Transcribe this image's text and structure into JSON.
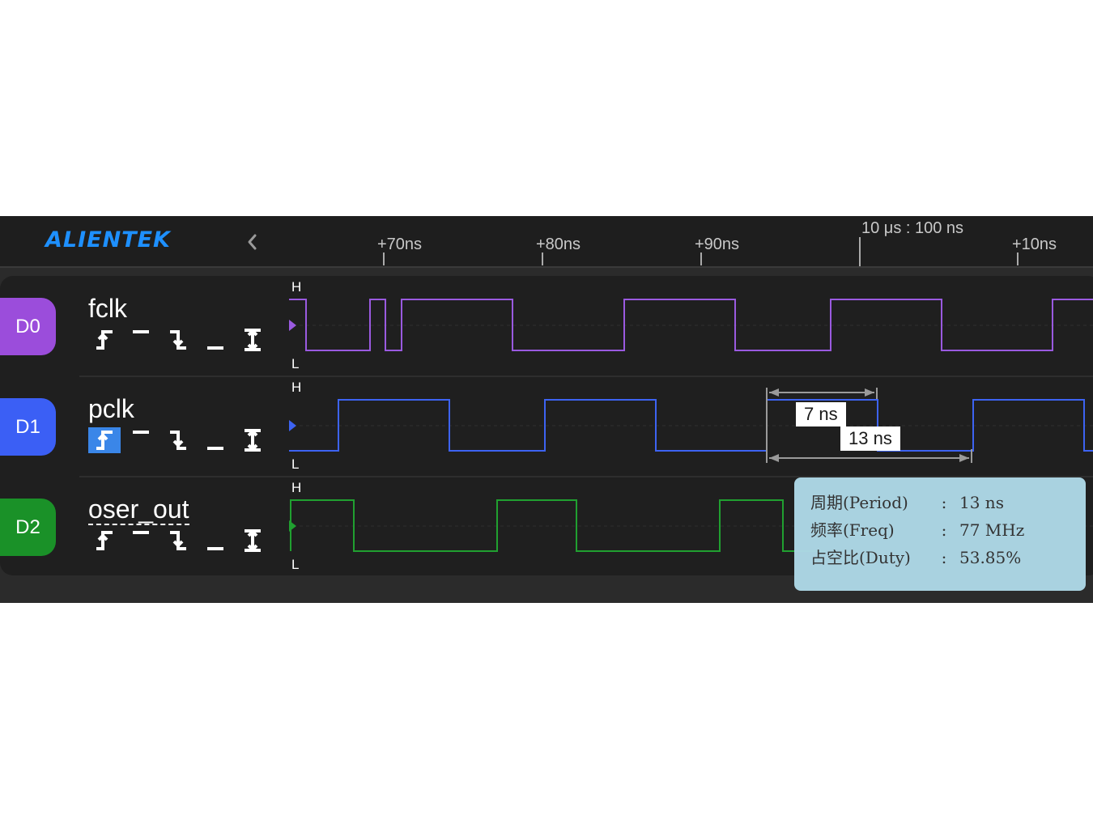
{
  "app": {
    "logo_text": "ALIENTEK",
    "brand_color": "#1e90ff"
  },
  "timebar": {
    "scale_label": "10 μs : 100 ns",
    "ticks": [
      "+70ns",
      "+80ns",
      "+90ns",
      "+10ns"
    ]
  },
  "level_labels": {
    "high": "H",
    "low": "L"
  },
  "channels": [
    {
      "id": "D0",
      "name": "fclk",
      "color": "#9b4ddb",
      "wave_color": "#9a5ae0",
      "trigger_selected": ""
    },
    {
      "id": "D1",
      "name": "pclk",
      "color": "#3b5ff5",
      "wave_color": "#3d63f2",
      "trigger_selected": "rising-edge"
    },
    {
      "id": "D2",
      "name": "oser_out",
      "color": "#1a9128",
      "wave_color": "#20a030",
      "trigger_selected": ""
    }
  ],
  "trigger_icons": [
    "rising-edge-icon",
    "high-level-icon",
    "falling-edge-icon",
    "low-level-icon",
    "any-edge-icon"
  ],
  "measurement": {
    "high_time_label": "7 ns",
    "period_label": "13 ns"
  },
  "info": {
    "period_key": "周期(Period)",
    "period_value": "13 ns",
    "freq_key": "频率(Freq)",
    "freq_value": "77 MHz",
    "duty_key": "占空比(Duty)",
    "duty_value": "53.85%",
    "separator": ":"
  }
}
